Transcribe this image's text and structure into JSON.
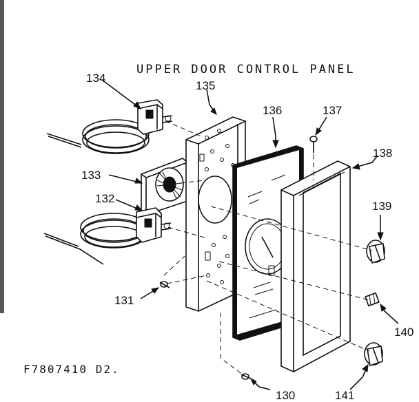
{
  "title": "UPPER DOOR CONTROL PANEL",
  "drawing_code": "F7807410 D2.",
  "callouts": [
    {
      "id": "c134",
      "label": "134"
    },
    {
      "id": "c135",
      "label": "135"
    },
    {
      "id": "c136",
      "label": "136"
    },
    {
      "id": "c137",
      "label": "137"
    },
    {
      "id": "c138",
      "label": "138"
    },
    {
      "id": "c133",
      "label": "133"
    },
    {
      "id": "c132",
      "label": "132"
    },
    {
      "id": "c139",
      "label": "139"
    },
    {
      "id": "c131",
      "label": "131"
    },
    {
      "id": "c140",
      "label": "140"
    },
    {
      "id": "c130",
      "label": "130"
    },
    {
      "id": "c141",
      "label": "141"
    }
  ]
}
